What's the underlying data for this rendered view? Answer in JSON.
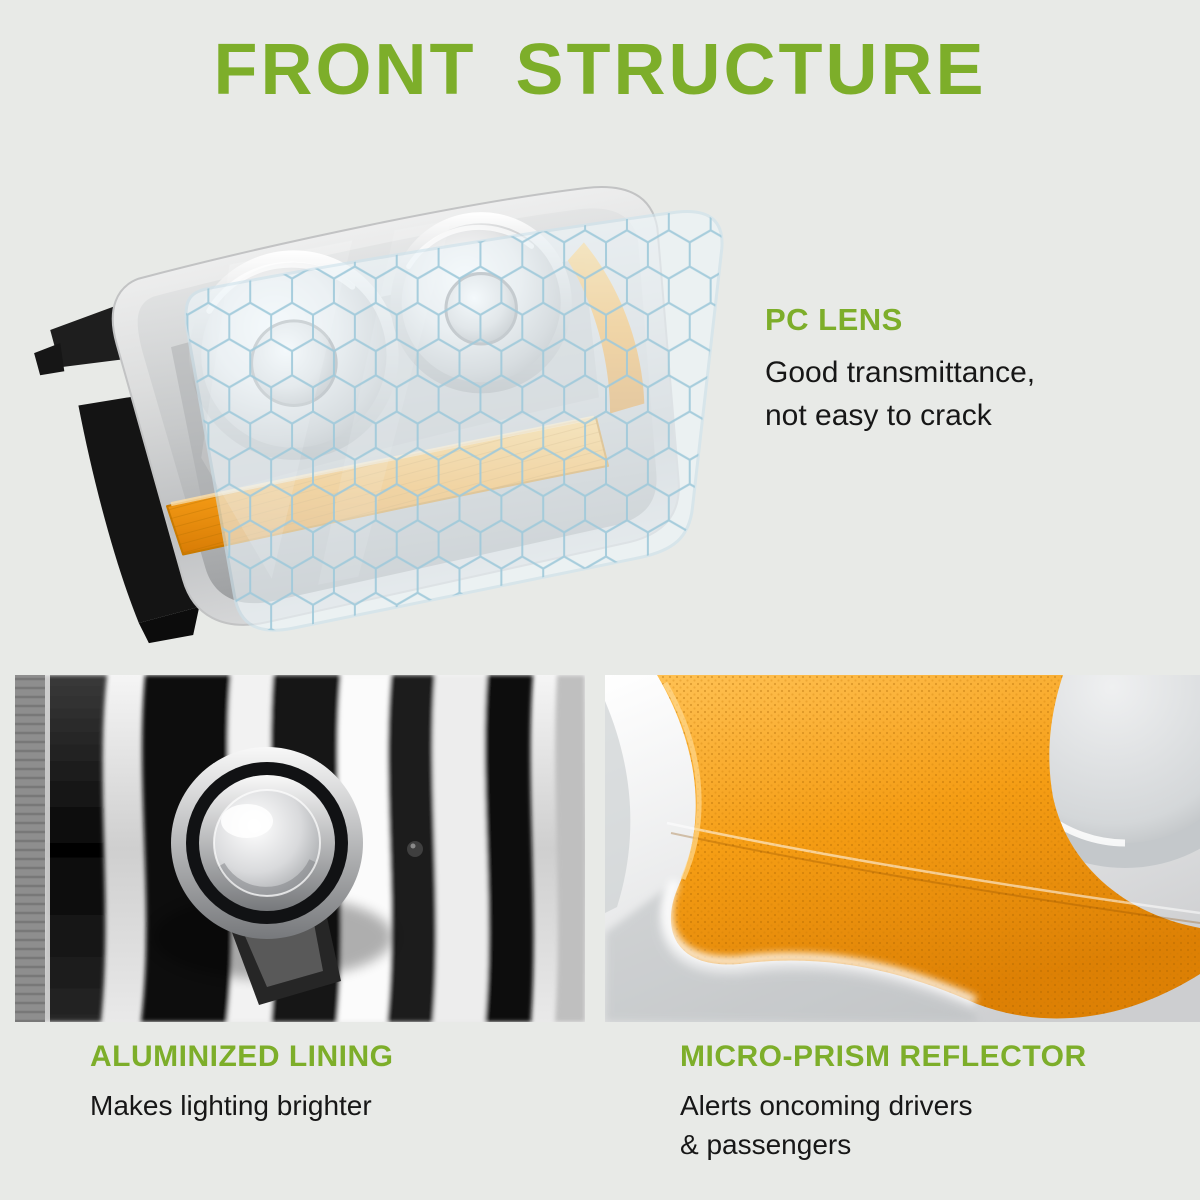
{
  "page": {
    "title": "FRONT STRUCTURE",
    "colors": {
      "background": "#e8eae7",
      "accent_green": "#7dae2a",
      "text_dark": "#171717",
      "amber": "#f59d14",
      "mesh_blue": "#9fc9da",
      "chrome_gray": "#c4c8cb"
    }
  },
  "hero": {
    "photo": "chrome-headlight-assembly-with-amber-turn-signal",
    "overlay": "hexagonal-mesh-pc-lens-illustration",
    "feature": {
      "heading": "PC LENS",
      "lines": [
        "Good transmittance,",
        "not easy to crack"
      ]
    }
  },
  "panels": [
    {
      "photo": "chrome-aluminized-reflector-closeup",
      "heading": "ALUMINIZED LINING",
      "lines": [
        "Makes lighting brighter"
      ]
    },
    {
      "photo": "amber-micro-prism-reflector-closeup",
      "heading": "MICRO-PRISM REFLECTOR",
      "lines": [
        "Alerts oncoming drivers",
        "& passengers"
      ]
    }
  ]
}
